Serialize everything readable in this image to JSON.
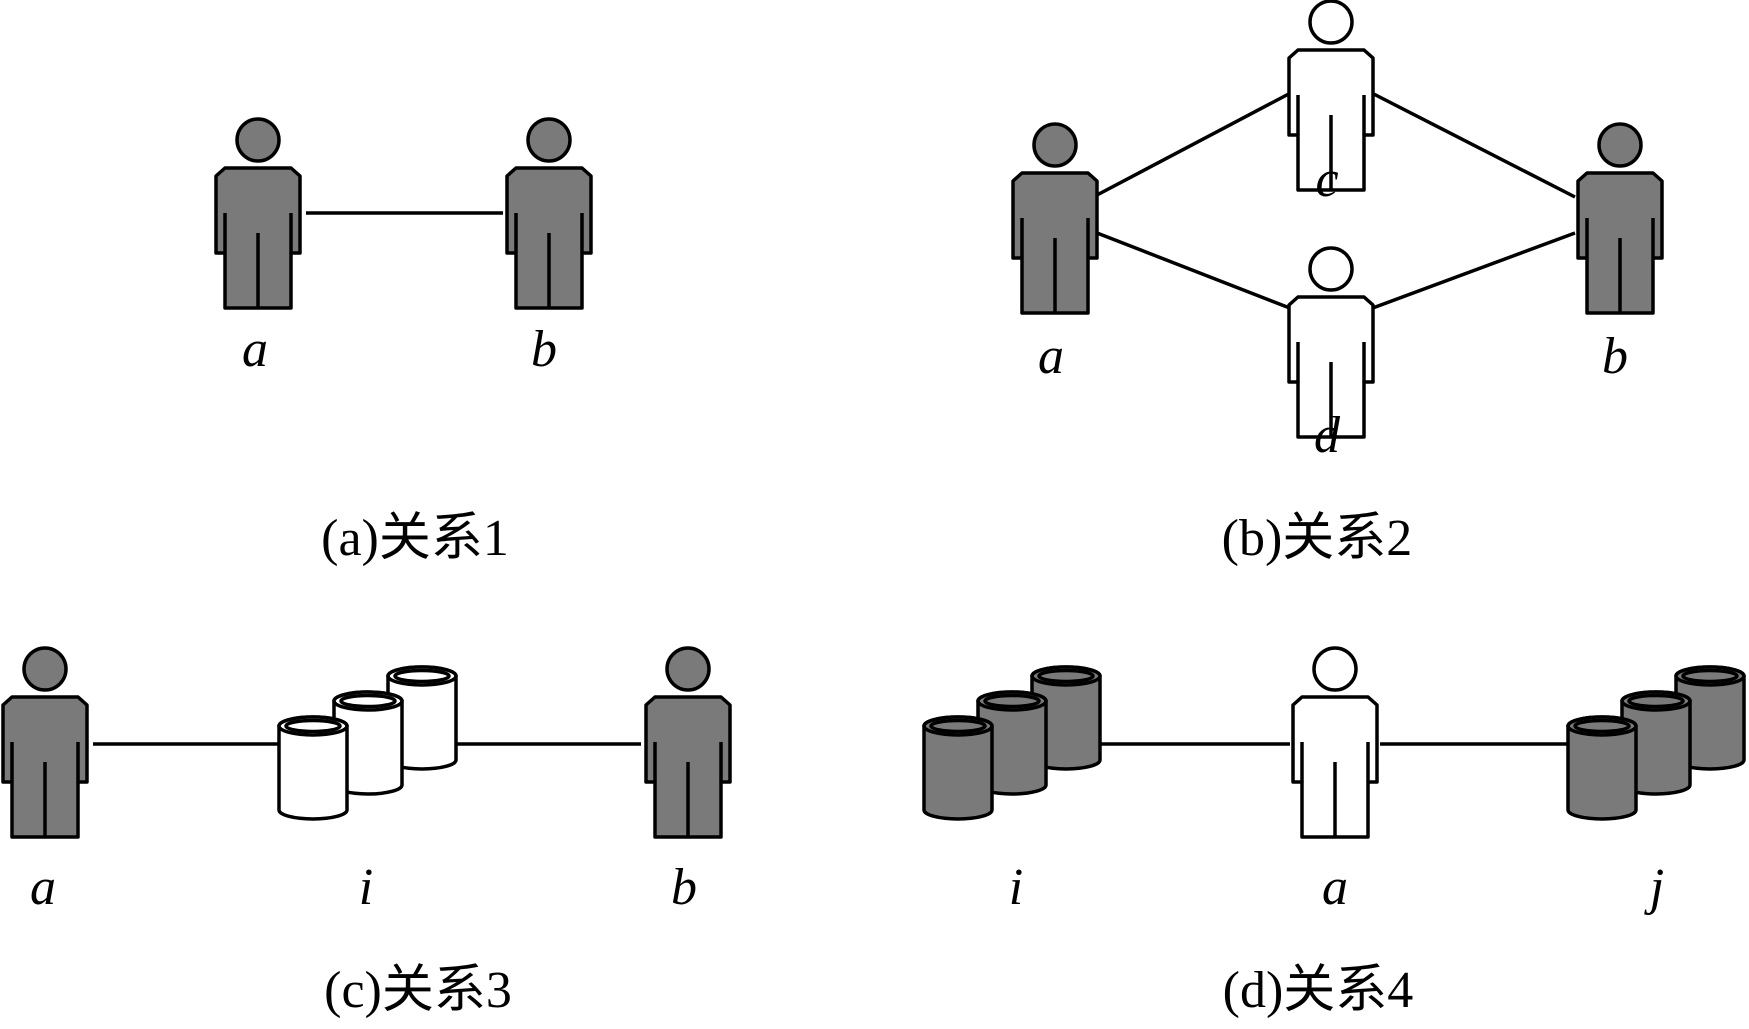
{
  "colors": {
    "dark_fill": "#7a7a7a",
    "light_fill": "#ffffff",
    "stroke": "#000000"
  },
  "panels": [
    {
      "caption": "(a)关系1",
      "nodes": [
        {
          "kind": "person",
          "shade": "dark",
          "label": "a"
        },
        {
          "kind": "person",
          "shade": "dark",
          "label": "b"
        }
      ]
    },
    {
      "caption": "(b)关系2",
      "nodes": [
        {
          "kind": "person",
          "shade": "dark",
          "label": "a"
        },
        {
          "kind": "person",
          "shade": "light",
          "label": "c"
        },
        {
          "kind": "person",
          "shade": "light",
          "label": "d"
        },
        {
          "kind": "person",
          "shade": "dark",
          "label": "b"
        }
      ]
    },
    {
      "caption": "(c)关系3",
      "nodes": [
        {
          "kind": "person",
          "shade": "dark",
          "label": "a"
        },
        {
          "kind": "item-stack",
          "shade": "light",
          "label": "i"
        },
        {
          "kind": "person",
          "shade": "dark",
          "label": "b"
        }
      ]
    },
    {
      "caption": "(d)关系4",
      "nodes": [
        {
          "kind": "item-stack",
          "shade": "dark",
          "label": "i"
        },
        {
          "kind": "person",
          "shade": "light",
          "label": "a"
        },
        {
          "kind": "item-stack",
          "shade": "dark",
          "label": "j"
        }
      ]
    }
  ]
}
